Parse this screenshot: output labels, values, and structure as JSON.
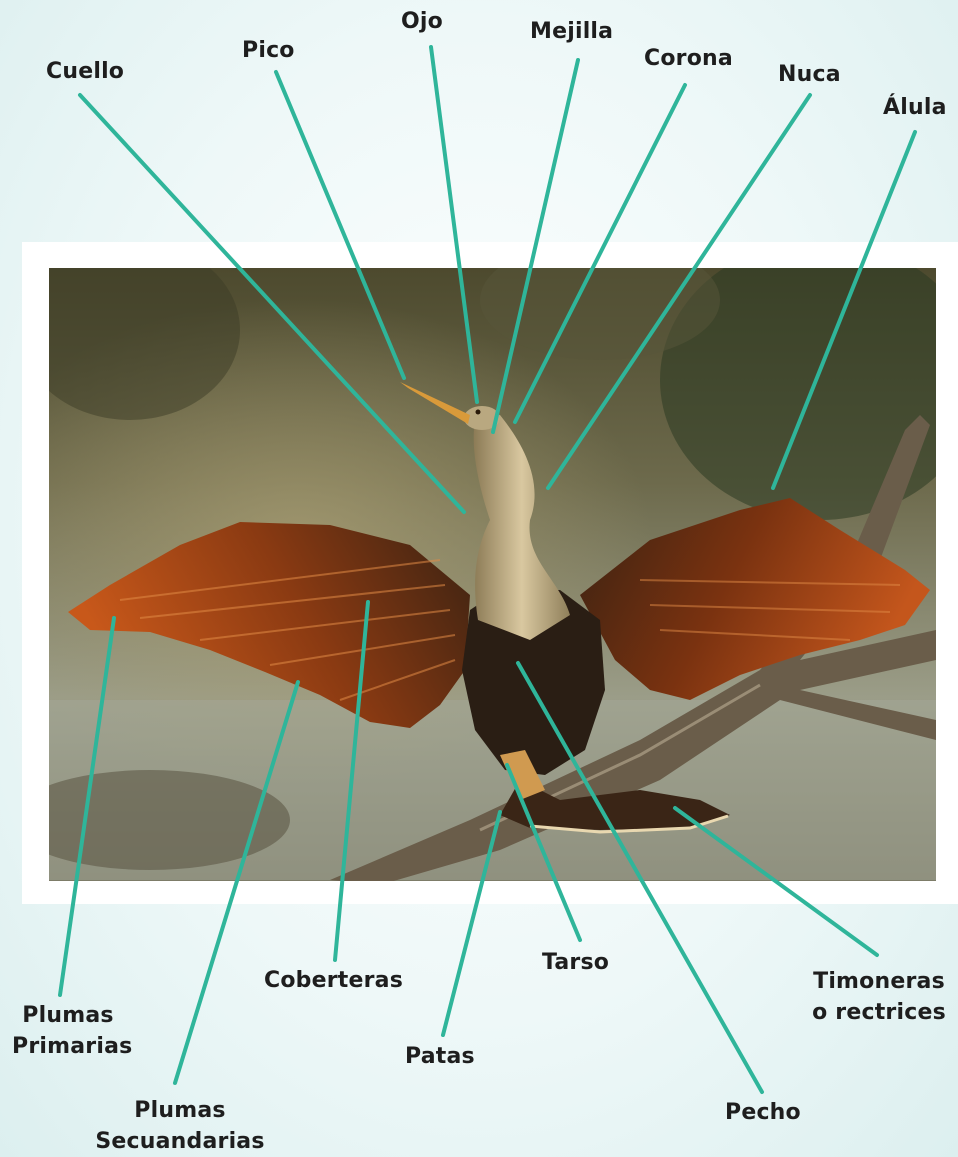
{
  "labels": {
    "ojo": "Ojo",
    "mejilla": "Mejilla",
    "pico": "Pico",
    "corona": "Corona",
    "cuello": "Cuello",
    "nuca": "Nuca",
    "alula": "Álula",
    "plumas_primarias_1": "Plumas",
    "plumas_primarias_2": "Primarias",
    "plumas_secundarias_1": "Plumas",
    "plumas_secundarias_2": "Secuandarias",
    "coberteras": "Coberteras",
    "patas": "Patas",
    "tarso": "Tarso",
    "pecho": "Pecho",
    "timoneras_1": "Timoneras",
    "timoneras_2": "o rectrices"
  },
  "colors": {
    "leader_line": "#2fb59a",
    "label_text": "#1e1e1e",
    "background": "#e9f6f6"
  }
}
